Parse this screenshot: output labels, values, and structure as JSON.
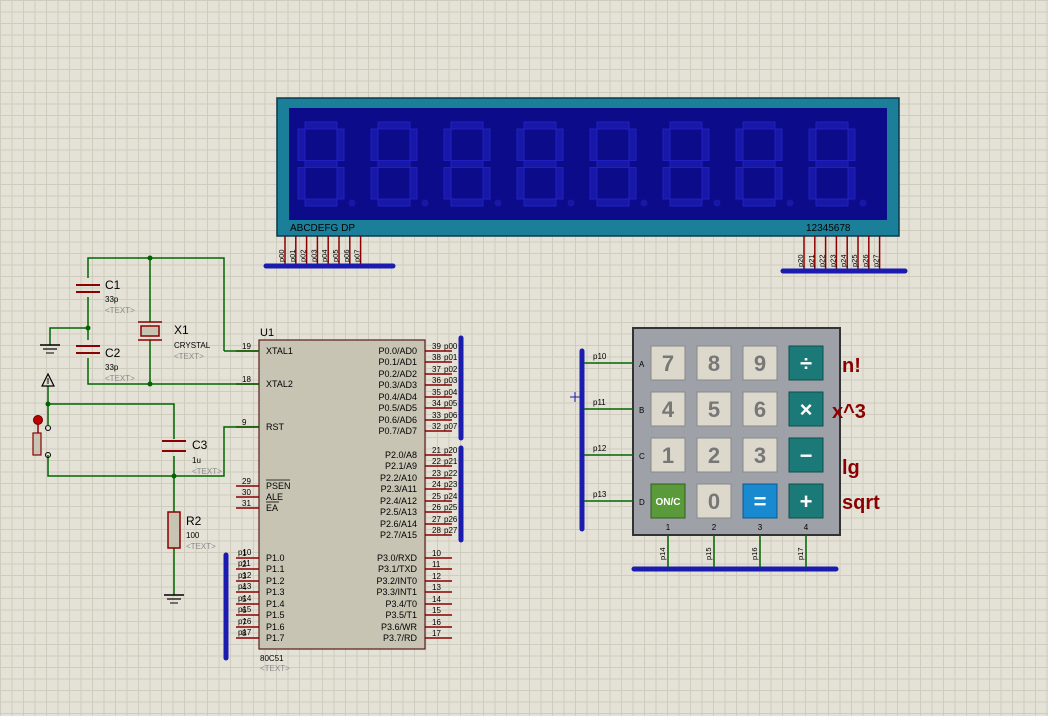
{
  "display": {
    "segment_label": "ABCDEFG  DP",
    "digit_label": "12345678",
    "digit_count": 8,
    "pins_left": [
      "p00",
      "p01",
      "p02",
      "p03",
      "p04",
      "p05",
      "p06",
      "p07"
    ],
    "pins_right": [
      "p20",
      "p21",
      "p22",
      "p23",
      "p24",
      "p25",
      "p26",
      "p27"
    ],
    "colors": {
      "frame": "#1c7f9a",
      "panel": "#0c0c8a",
      "segment_off": "#1818a8"
    }
  },
  "mcu": {
    "ref": "U1",
    "part": "80C51",
    "text": "<TEXT>",
    "left_pins": [
      {
        "num": "19",
        "name": "XTAL1"
      },
      {
        "num": "18",
        "name": "XTAL2"
      },
      {
        "num": "9",
        "name": "RST"
      },
      {
        "num": "29",
        "name": "PSEN"
      },
      {
        "num": "30",
        "name": "ALE"
      },
      {
        "num": "31",
        "name": "EA"
      },
      {
        "num": "1",
        "name": "P1.0",
        "net": "p10"
      },
      {
        "num": "2",
        "name": "P1.1",
        "net": "p11"
      },
      {
        "num": "3",
        "name": "P1.2",
        "net": "p12"
      },
      {
        "num": "4",
        "name": "P1.3",
        "net": "p13"
      },
      {
        "num": "5",
        "name": "P1.4",
        "net": "p14"
      },
      {
        "num": "6",
        "name": "P1.5",
        "net": "p15"
      },
      {
        "num": "7",
        "name": "P1.6",
        "net": "p16"
      },
      {
        "num": "8",
        "name": "P1.7",
        "net": "p17"
      }
    ],
    "right_pins": [
      {
        "num": "39",
        "name": "P0.0/AD0",
        "net": "p00"
      },
      {
        "num": "38",
        "name": "P0.1/AD1",
        "net": "p01"
      },
      {
        "num": "37",
        "name": "P0.2/AD2",
        "net": "p02"
      },
      {
        "num": "36",
        "name": "P0.3/AD3",
        "net": "p03"
      },
      {
        "num": "35",
        "name": "P0.4/AD4",
        "net": "p04"
      },
      {
        "num": "34",
        "name": "P0.5/AD5",
        "net": "p05"
      },
      {
        "num": "33",
        "name": "P0.6/AD6",
        "net": "p06"
      },
      {
        "num": "32",
        "name": "P0.7/AD7",
        "net": "p07"
      },
      {
        "num": "21",
        "name": "P2.0/A8",
        "net": "p20"
      },
      {
        "num": "22",
        "name": "P2.1/A9",
        "net": "p21"
      },
      {
        "num": "23",
        "name": "P2.2/A10",
        "net": "p22"
      },
      {
        "num": "24",
        "name": "P2.3/A11",
        "net": "p23"
      },
      {
        "num": "25",
        "name": "P2.4/A12",
        "net": "p24"
      },
      {
        "num": "26",
        "name": "P2.5/A13",
        "net": "p25"
      },
      {
        "num": "27",
        "name": "P2.6/A14",
        "net": "p26"
      },
      {
        "num": "28",
        "name": "P2.7/A15",
        "net": "p27"
      },
      {
        "num": "10",
        "name": "P3.0/RXD"
      },
      {
        "num": "11",
        "name": "P3.1/TXD"
      },
      {
        "num": "12",
        "name": "P3.2/INT0"
      },
      {
        "num": "13",
        "name": "P3.3/INT1"
      },
      {
        "num": "14",
        "name": "P3.4/T0"
      },
      {
        "num": "15",
        "name": "P3.5/T1"
      },
      {
        "num": "16",
        "name": "P3.6/WR"
      },
      {
        "num": "17",
        "name": "P3.7/RD"
      }
    ]
  },
  "components": {
    "c1": {
      "ref": "C1",
      "value": "33p",
      "text": "<TEXT>"
    },
    "c2": {
      "ref": "C2",
      "value": "33p",
      "text": "<TEXT>"
    },
    "c3": {
      "ref": "C3",
      "value": "1u",
      "text": "<TEXT>"
    },
    "x1": {
      "ref": "X1",
      "value": "CRYSTAL",
      "text": "<TEXT>"
    },
    "r2": {
      "ref": "R2",
      "value": "100",
      "text": "<TEXT>"
    }
  },
  "keypad": {
    "rows": [
      "A",
      "B",
      "C",
      "D"
    ],
    "cols": [
      "1",
      "2",
      "3",
      "4"
    ],
    "row_nets": [
      "p10",
      "p11",
      "p12",
      "p13"
    ],
    "col_nets": [
      "p14",
      "p15",
      "p16",
      "p17"
    ],
    "keys": [
      "7",
      "8",
      "9",
      "÷",
      "4",
      "5",
      "6",
      "×",
      "1",
      "2",
      "3",
      "−",
      "ON/C",
      "0",
      "=",
      "+"
    ],
    "side_labels": [
      "n!",
      "x^3",
      "lg",
      "sqrt"
    ]
  }
}
